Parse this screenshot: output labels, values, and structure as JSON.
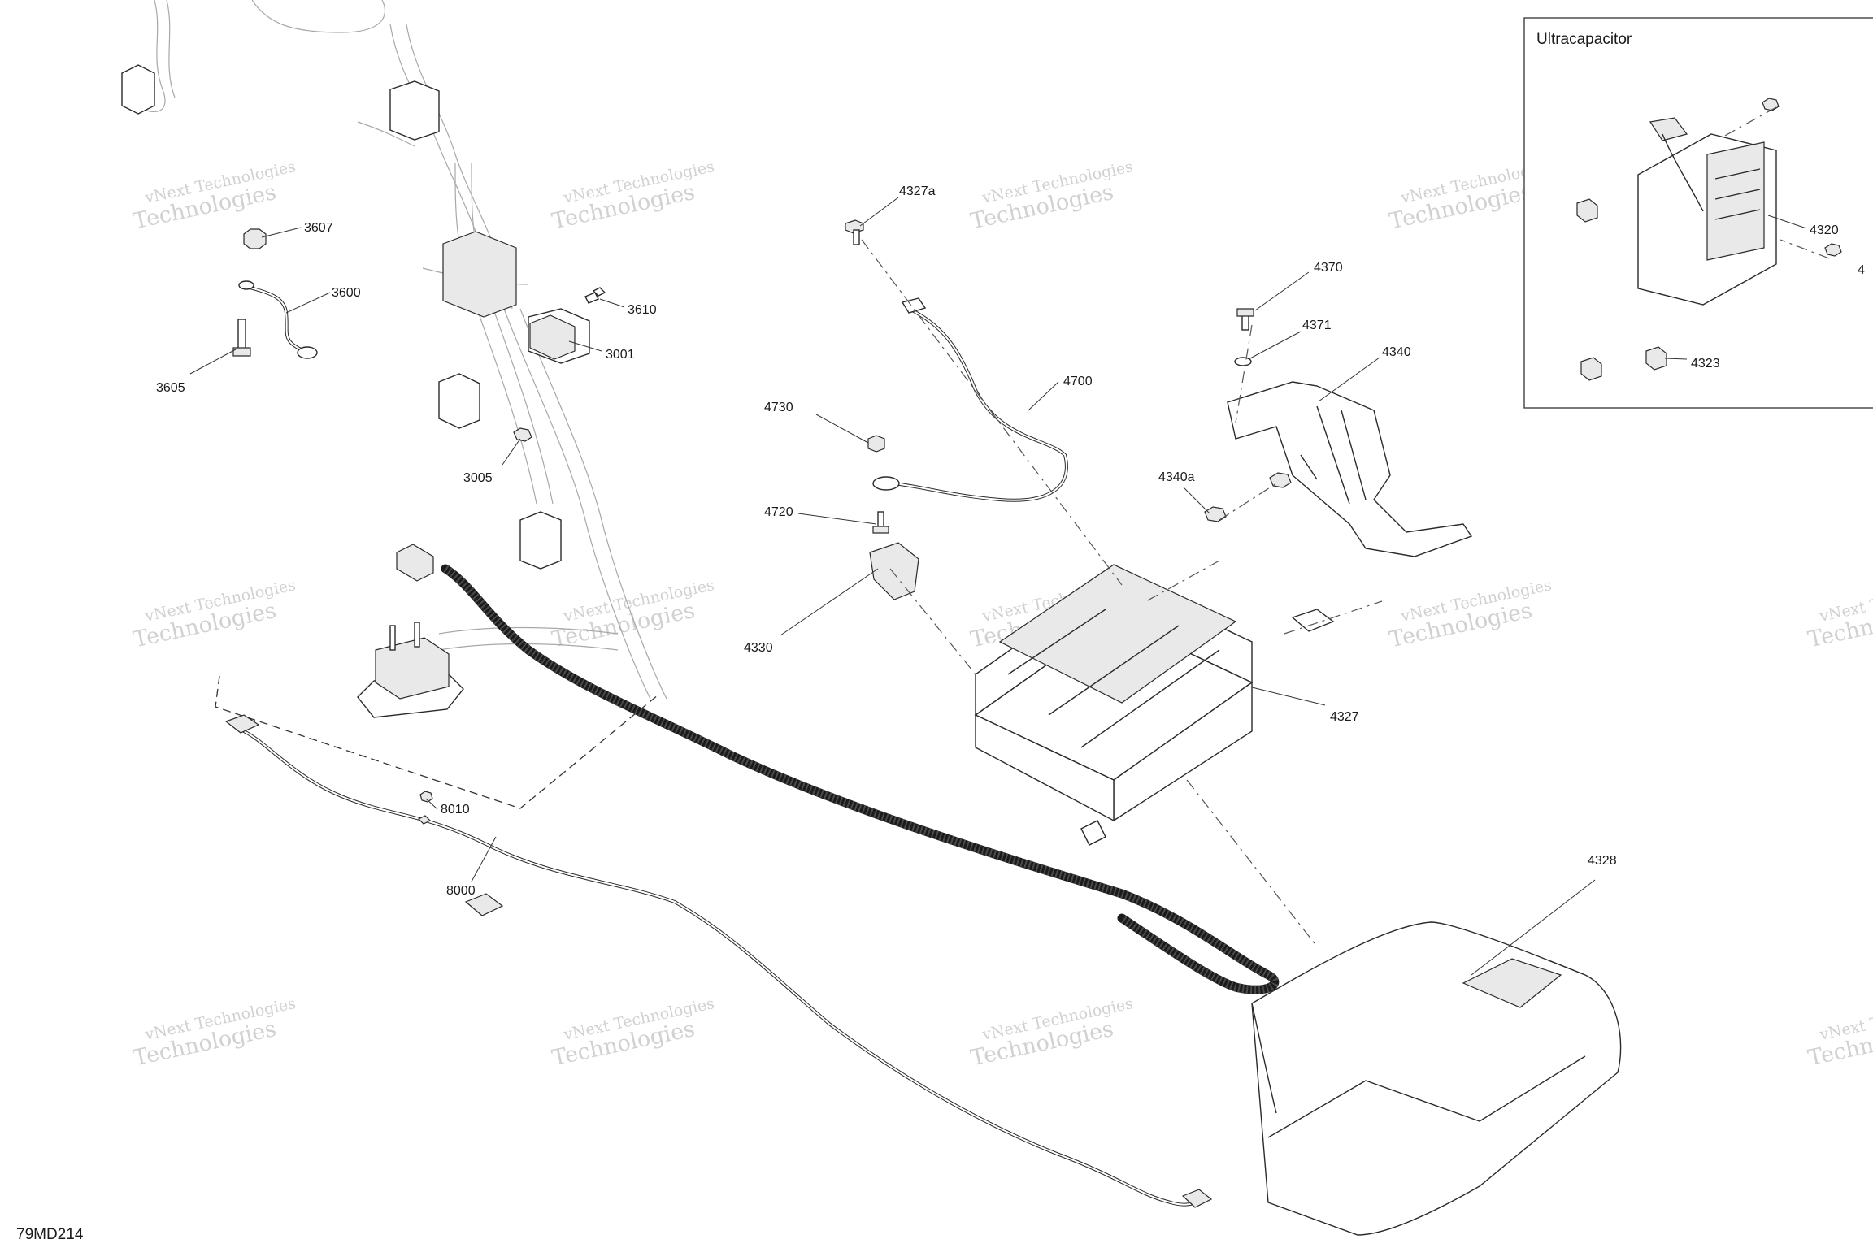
{
  "figure_id": "79MD214",
  "inset": {
    "title": "Ultracapacitor"
  },
  "watermark": {
    "line1": "vNext Technologies",
    "line2": "Technologies",
    "overlay": "vNext"
  },
  "callouts": {
    "c3607": "3607",
    "c3600": "3600",
    "c3605": "3605",
    "c3610": "3610",
    "c3001": "3001",
    "c3005": "3005",
    "c4327a": "4327a",
    "c4700": "4700",
    "c4730": "4730",
    "c4720": "4720",
    "c4330": "4330",
    "c4370": "4370",
    "c4371": "4371",
    "c4340": "4340",
    "c4340a": "4340a",
    "c4327": "4327",
    "c4328": "4328",
    "c8010": "8010",
    "c8000": "8000",
    "c4320": "4320",
    "c4323": "4323",
    "c43x": "4"
  }
}
